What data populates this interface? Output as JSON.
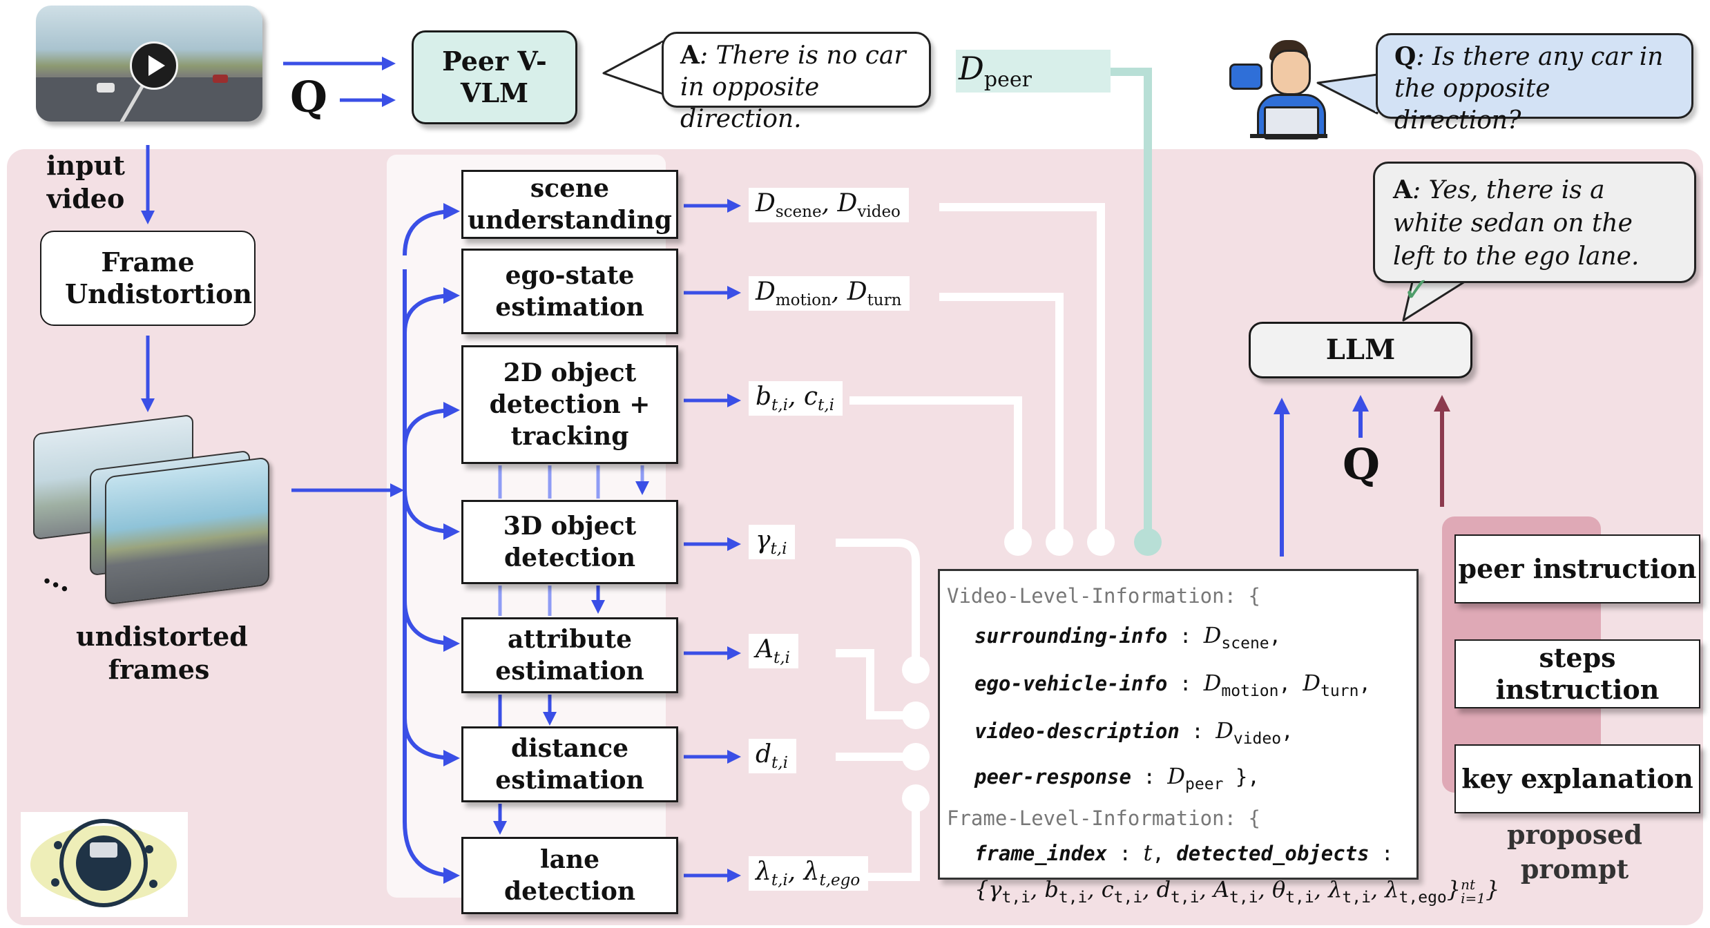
{
  "top": {
    "q_label": "Q",
    "peer_vlm": "Peer V-VLM",
    "peer_answer_lead": "A",
    "peer_answer_text": ": There is no car in opposite direction.",
    "d_peer_main": "D",
    "d_peer_sub": "peer",
    "question_lead": "Q",
    "question_text": ": Is there any car in the opposite direction?"
  },
  "left": {
    "input_video": "input video",
    "frame_undistortion": "Frame Undistortion",
    "undistorted_frames": "undistorted frames",
    "ellipsis": "..."
  },
  "modules": [
    {
      "label": "scene understanding"
    },
    {
      "label": "ego-state estimation"
    },
    {
      "label": "2D object detection + tracking"
    },
    {
      "label": "3D object detection"
    },
    {
      "label": "attribute estimation"
    },
    {
      "label": "distance estimation"
    },
    {
      "label": "lane detection"
    }
  ],
  "outputs": {
    "scene": {
      "a": "D",
      "a_sub": "scene",
      "b": "D",
      "b_sub": "video"
    },
    "ego": {
      "a": "D",
      "a_sub": "motion",
      "b": "D",
      "b_sub": "turn"
    },
    "det2d": {
      "a": "b",
      "a_sub": "t,i",
      "b": "c",
      "b_sub": "t,i"
    },
    "det3d": {
      "a": "γ",
      "a_sub": "t,i"
    },
    "attr": {
      "a": "A",
      "a_sub": "t,i"
    },
    "dist": {
      "a": "d",
      "a_sub": "t,i"
    },
    "lane": {
      "a": "λ",
      "a_sub": "t,i",
      "b": "λ",
      "b_sub": "t,ego"
    }
  },
  "info_box": {
    "video_header": "Video-Level-Information:  {",
    "surrounding_key": "surrounding-info",
    "ego_key": "ego-vehicle-info",
    "video_desc_key": "video-description",
    "peer_key": "peer-response",
    "frame_header": "Frame-Level-Information:  {",
    "frame_index_key": "frame_index",
    "detected_key": "detected_objects",
    "set_upper": "nt",
    "set_lower": "i=1"
  },
  "llm": {
    "label": "LLM",
    "q_label": "Q",
    "answer_lead": "A",
    "answer_text": ": Yes, there is a white sedan on the left to the ego lane.",
    "check_mark": "✓"
  },
  "prompt": {
    "items": [
      {
        "label": "peer instruction"
      },
      {
        "label": "steps instruction"
      },
      {
        "label": "key explanation"
      }
    ],
    "caption": "proposed prompt"
  },
  "colors": {
    "arrow_blue": "#3a4fe6",
    "pink_bg": "#f3e0e4",
    "teal_box": "#d8efea",
    "teal_line": "#b8dfd6",
    "bubble_blue": "#d3e2f5",
    "prompt_panel": "#dfa9b6",
    "dark_red_arrow": "#8c3a4e",
    "check_green": "#4f9e6b"
  }
}
